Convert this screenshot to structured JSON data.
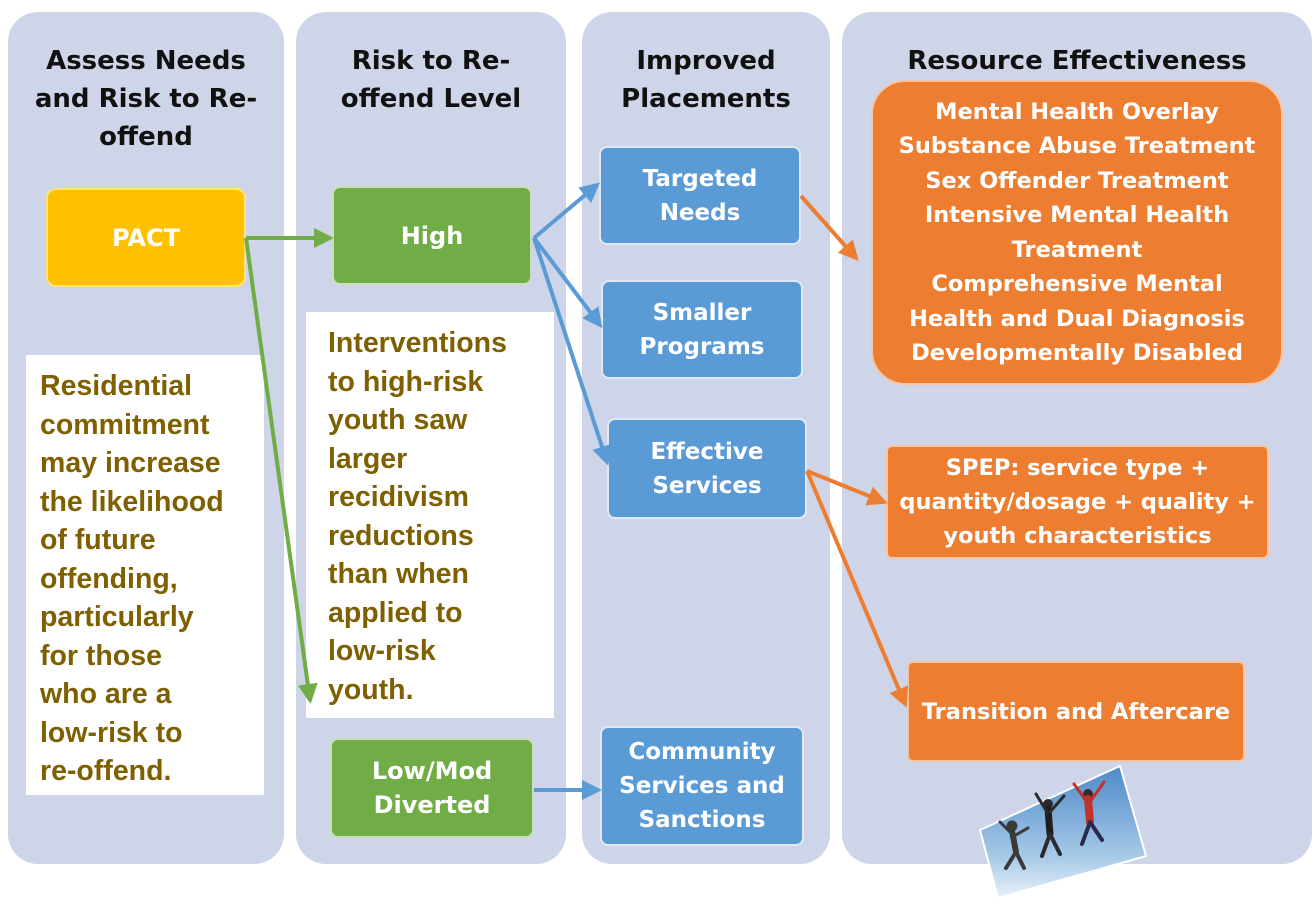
{
  "columns": [
    {
      "title": "Assess Needs\nand Risk to Re-\noffend"
    },
    {
      "title": "Risk to Re-\noffend Level"
    },
    {
      "title": "Improved\nPlacements"
    },
    {
      "title": "Resource Effectiveness"
    }
  ],
  "boxes": {
    "pact": "PACT",
    "high": "High",
    "low_mod": "Low/Mod\nDiverted",
    "targeted_needs": "Targeted\nNeeds",
    "smaller_programs": "Smaller\nPrograms",
    "effective_services": "Effective\nServices",
    "community_services": "Community\nServices and\nSanctions",
    "mental_health_list": "Mental Health Overlay\nSubstance Abuse Treatment\nSex Offender Treatment\nIntensive Mental Health\nTreatment\nComprehensive Mental\nHealth and Dual Diagnosis\nDevelopmentally Disabled",
    "spep": "SPEP: service type +\nquantity/dosage + quality +\nyouth characteristics",
    "transition": "Transition and Aftercare"
  },
  "notes": {
    "residential": [
      "Residential",
      "commitment",
      "may increase",
      "the likelihood",
      "of future",
      "offending,",
      "particularly",
      "for those",
      "who are a",
      "low-risk to",
      "re-offend."
    ],
    "interventions": [
      "Interventions",
      "to high-risk",
      "youth saw",
      "larger",
      "recidivism",
      "reductions",
      "than when",
      "applied to",
      "low-risk",
      "youth."
    ]
  },
  "colors": {
    "column_bg": "#cfd5e9",
    "yellow": "#ffc000",
    "green": "#70ad47",
    "blue": "#5b9bd5",
    "orange": "#ed7d31",
    "note_text": "#7f6000"
  },
  "icons": {
    "photo": "jumping-people-photo"
  }
}
